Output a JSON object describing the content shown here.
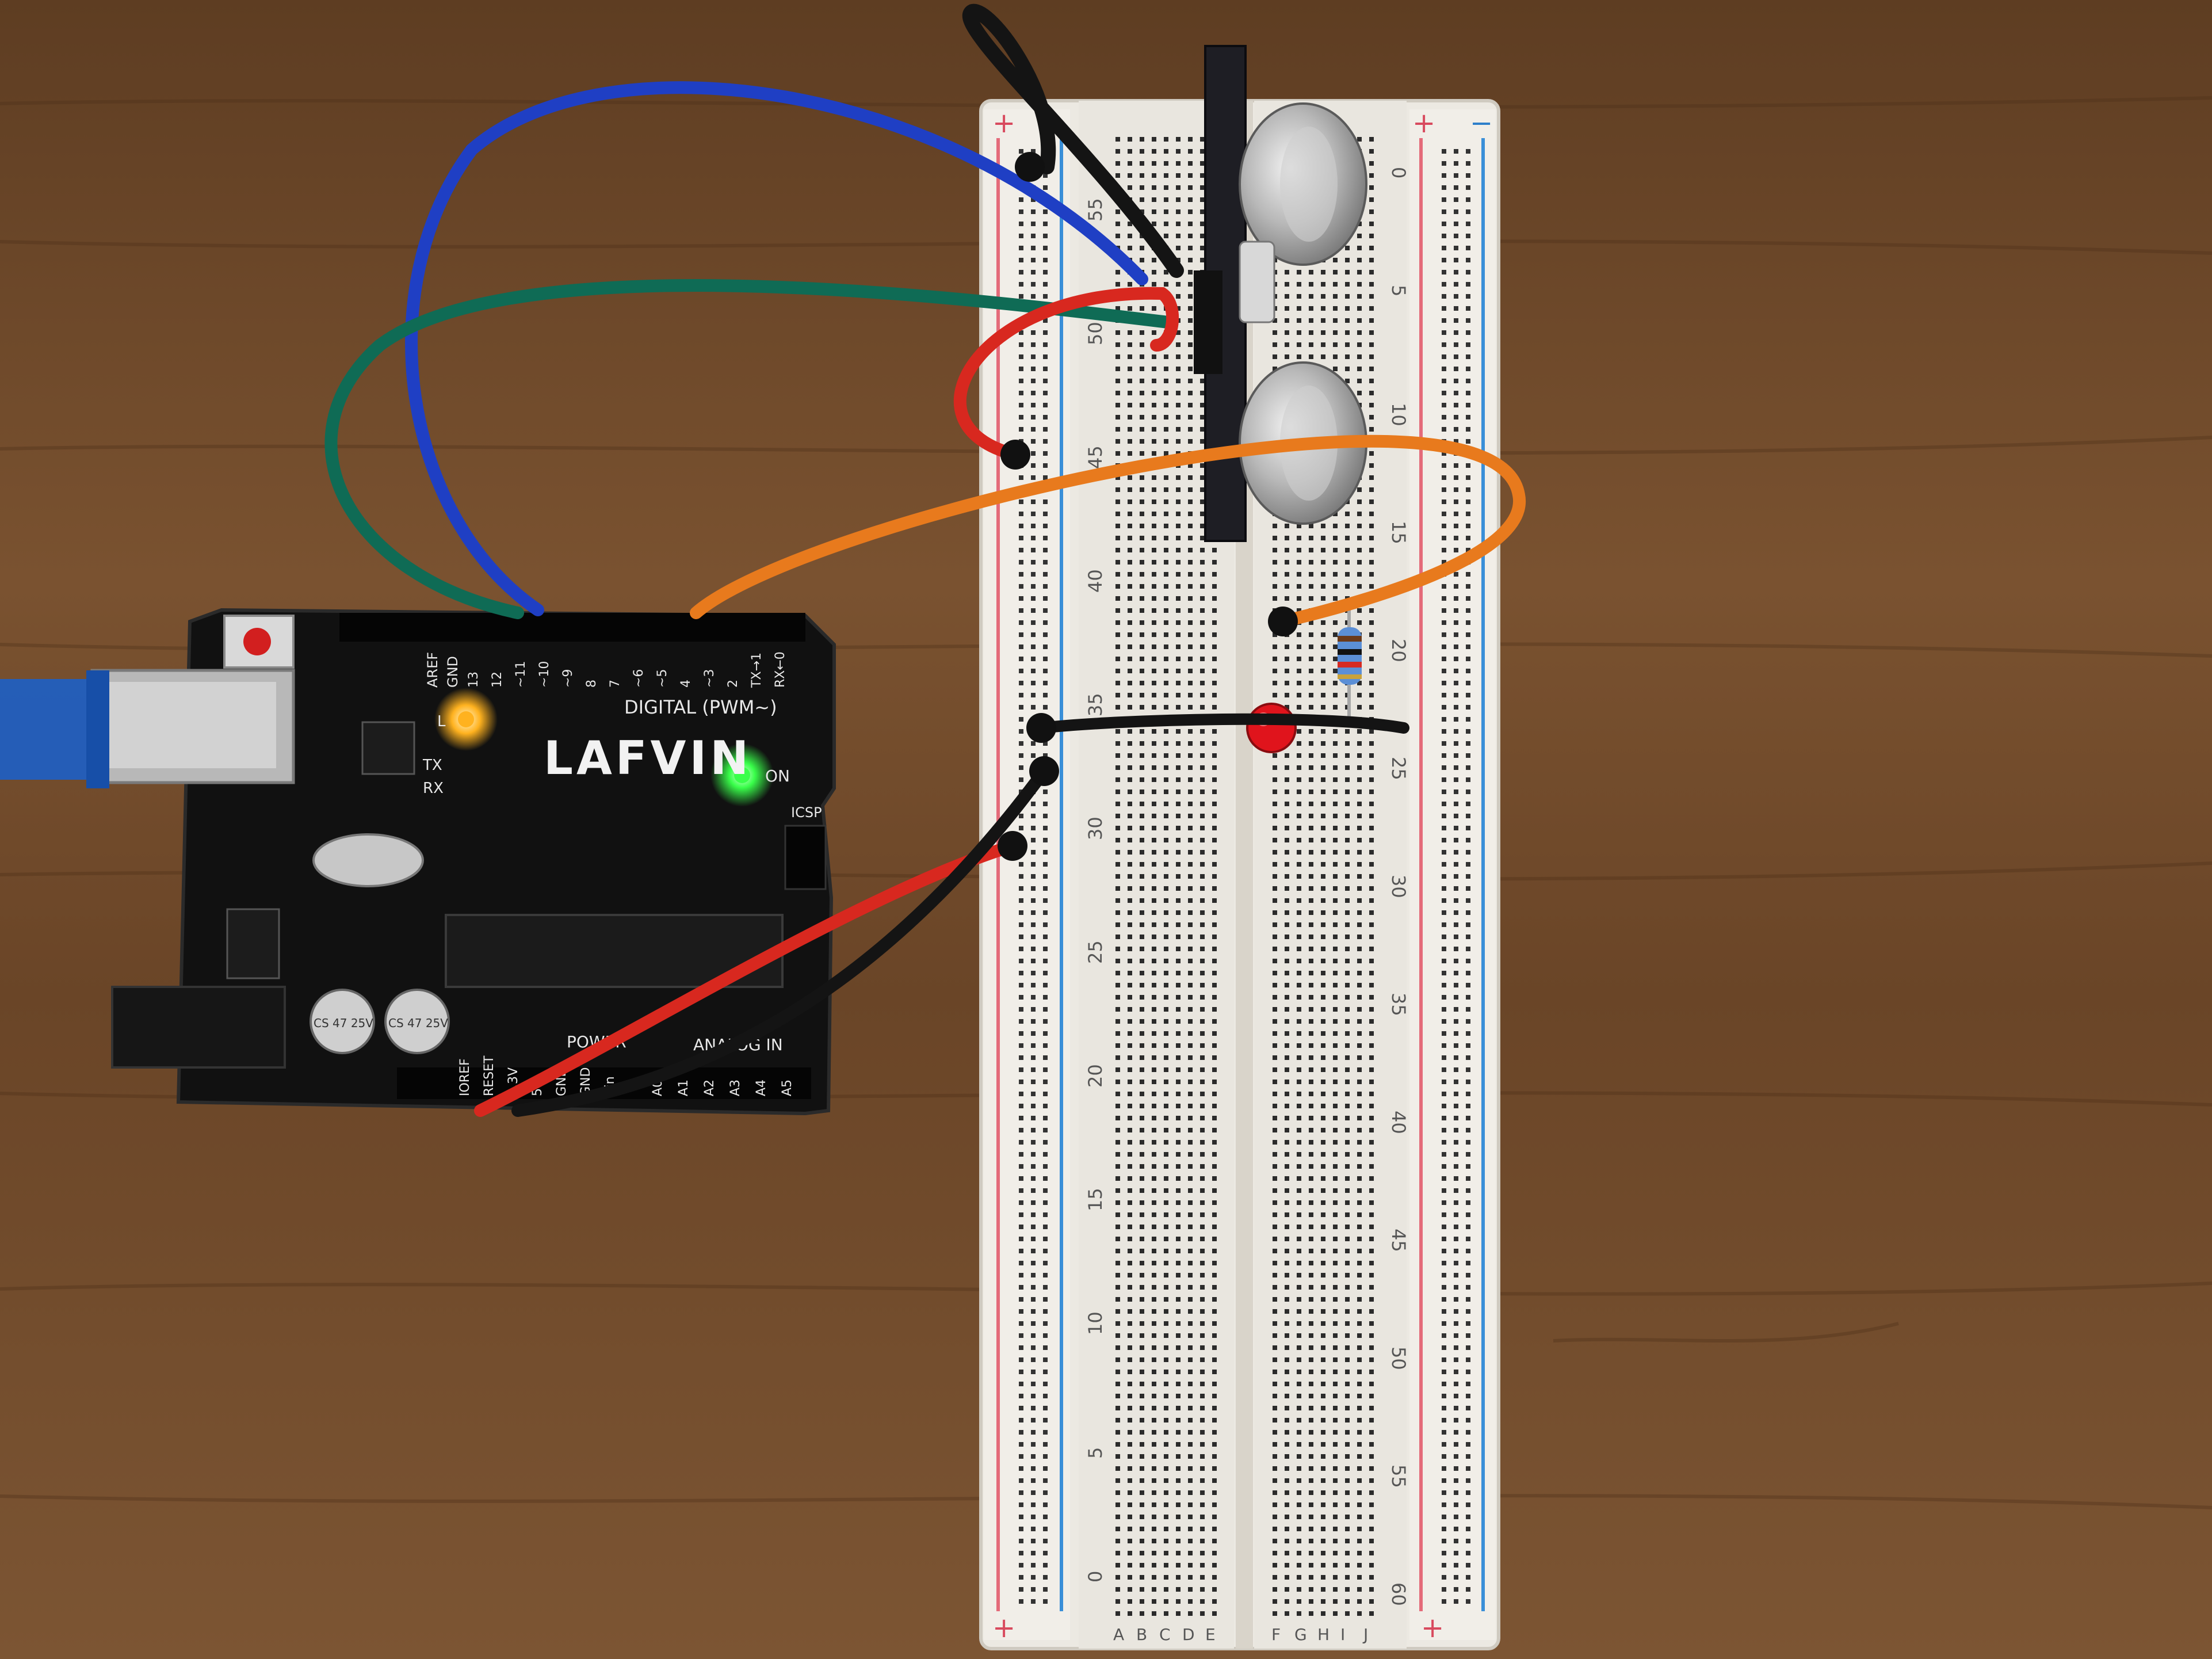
{
  "arduino": {
    "brand": "LAFVIN",
    "digital_label": "DIGITAL (PWM~)",
    "on_label": "ON",
    "tx_label": "TX",
    "rx_label": "RX",
    "icsp_label": "ICSP",
    "analog_label": "ANALOG IN",
    "power_label": "POWER",
    "l_label": "L",
    "aref_label": "AREF",
    "gnd_label": "GND",
    "digital_pins": [
      "13",
      "12",
      "~11",
      "~10",
      "~9",
      "8",
      "7",
      "~6",
      "~5",
      "4",
      "~3",
      "2",
      "TX→1",
      "RX←0"
    ],
    "power_pins": [
      "IOREF",
      "RESET",
      "3.3V",
      "5V",
      "GND",
      "GND",
      "Vin"
    ],
    "analog_pins": [
      "A0",
      "A1",
      "A2",
      "A3",
      "A4",
      "A5"
    ],
    "cap_label_1": "CS 47 25V",
    "cap_label_2": "CS 47 25V"
  },
  "breadboard": {
    "plus": "+",
    "minus": "−",
    "row_letters_left": [
      "A",
      "B",
      "C",
      "D",
      "E"
    ],
    "row_letters_right": [
      "F",
      "G",
      "H",
      "I",
      "J"
    ],
    "left_numbers": [
      "0",
      "5",
      "10",
      "15",
      "20",
      "25",
      "30",
      "35",
      "40",
      "45",
      "50",
      "55"
    ],
    "right_numbers": [
      "0",
      "5",
      "10",
      "15",
      "20",
      "25",
      "30",
      "35",
      "40",
      "45",
      "50",
      "55",
      "60"
    ]
  },
  "colors": {
    "wood": "#6e4a2a",
    "board": "#111111",
    "breadboard": "#ece9e2",
    "wire_blue": "#1f3fc4",
    "wire_green": "#0f6b55",
    "wire_orange": "#e87a1d",
    "wire_red": "#d8281f",
    "wire_black": "#141414",
    "led_red": "#e0141c",
    "power_led": "#39ff4a",
    "l_led": "#ffb21f",
    "rail_red": "#e46b7a",
    "rail_blue": "#3a8fd8"
  }
}
